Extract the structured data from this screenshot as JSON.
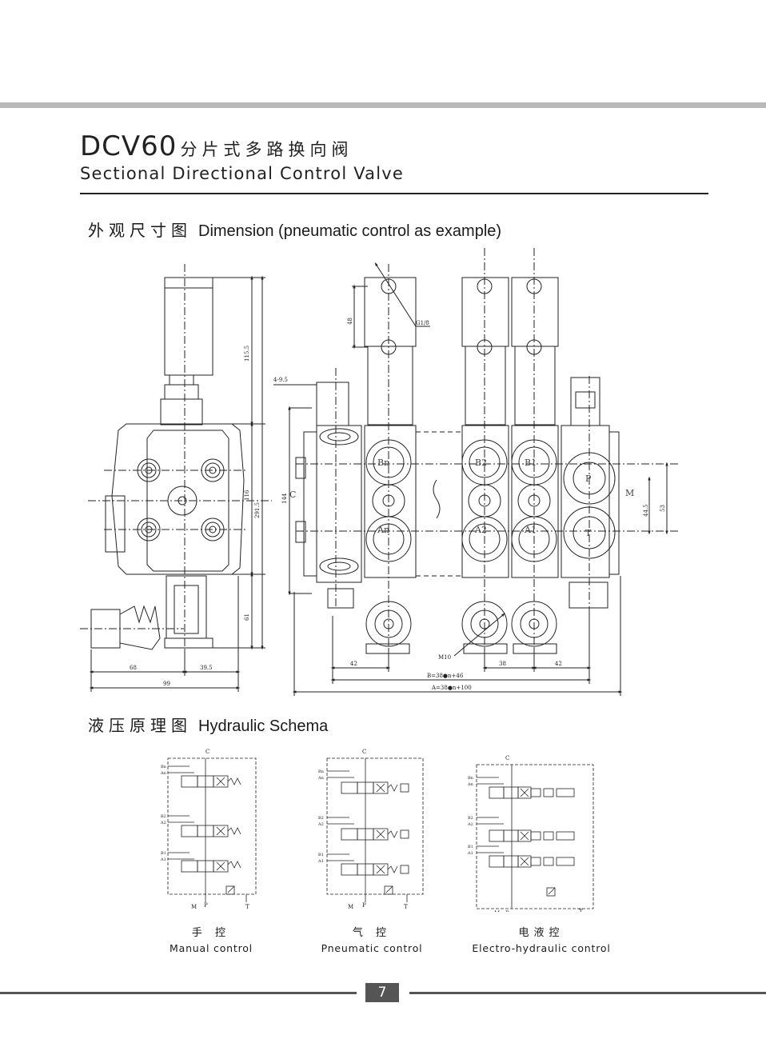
{
  "header": {
    "model": "DCV60",
    "title_cn": "分片式多路换向阀",
    "title_en": "Sectional Directional Control Valve"
  },
  "dimension_section": {
    "title_cn": "外观尺寸图",
    "title_en": "Dimension (pneumatic control as example)"
  },
  "dimension_labels": {
    "d1155": "115.5",
    "d116": "116",
    "d2915": "291.5",
    "d61": "61",
    "d48": "48",
    "g18": "G1/8",
    "d495": "4-9.5",
    "d144": "144",
    "d68": "68",
    "d395": "39.5",
    "d99": "99",
    "d42a": "42",
    "d38": "38",
    "d42b": "42",
    "m10": "M10",
    "b_formula": "B=38●n+46",
    "a_formula": "A=38●n+100",
    "d445": "44.5",
    "d53": "53",
    "port_bn": "Bn",
    "port_an": "An",
    "port_b2": "B2",
    "port_a2": "A2",
    "port_b1": "B1",
    "port_a1": "A1",
    "port_p": "P",
    "port_t": "T",
    "port_c": "C",
    "port_m": "M"
  },
  "schema_section": {
    "title_cn": "液压原理图",
    "title_en": "Hydraulic Schema"
  },
  "schemas": [
    {
      "label_cn": "手 控",
      "label_en": "Manual control",
      "c": "C",
      "m": "M",
      "p": "P",
      "t": "T",
      "ports": [
        "Bn",
        "An",
        "B2",
        "A2",
        "B1",
        "A1"
      ]
    },
    {
      "label_cn": "气 控",
      "label_en": "Pneumatic control",
      "c": "C",
      "m": "M",
      "p": "P",
      "t": "T",
      "ports": [
        "Bn",
        "An",
        "B2",
        "A2",
        "B1",
        "A1"
      ]
    },
    {
      "label_cn": "电液控",
      "label_en": "Electro-hydraulic control",
      "c": "C",
      "m": "M",
      "p": "P",
      "t": "T",
      "ports": [
        "Bn",
        "An",
        "B2",
        "A2",
        "B1",
        "A1"
      ]
    }
  ],
  "footer": {
    "page_number": "7"
  }
}
